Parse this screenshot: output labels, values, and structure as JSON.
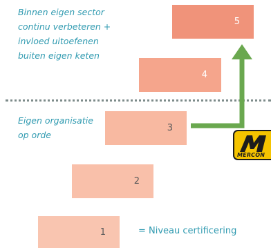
{
  "steps": [
    {
      "number": "1"
    },
    {
      "number": "2"
    },
    {
      "number": "3"
    },
    {
      "number": "4"
    },
    {
      "number": "5"
    }
  ],
  "annotations": {
    "top": "Binnen eigen sector\ncontinu verbeteren +\ninvloed uitoefenen\nbuiten eigen keten",
    "middle": "Eigen organisatie\nop orde"
  },
  "legend": "= Niveau certificering",
  "logo": {
    "text": "MERCON"
  },
  "colors": {
    "step_1": "#f9c5b0",
    "step_2": "#f9c0aa",
    "step_3": "#f8b9a1",
    "step_4": "#f5a58c",
    "step_5": "#f0937a",
    "arrow": "#6aa84f",
    "annotation_text": "#2f9ab0",
    "logo_yellow": "#f5c400"
  }
}
